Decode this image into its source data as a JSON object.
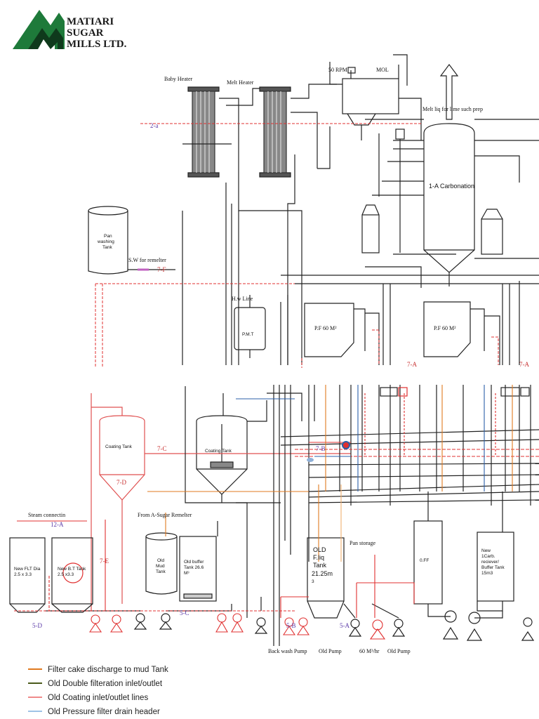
{
  "logo": {
    "line1": "MATIARI",
    "line2": "SUGAR",
    "line3": "MILLS LTD."
  },
  "labels": {
    "baby_heater": "Baby Heater",
    "melt_heater": "Melt Heater",
    "rpm": "50 RPM",
    "mol": "MOL",
    "melt_liq": "Melt liq for lime such prep",
    "carbonation": "1-A Carbonation",
    "pan_washing_tank": [
      "Pan",
      "washing",
      "Tank"
    ],
    "sw_remelter": "S.W for remelter",
    "hw_line": "H.w Line",
    "pmt": "P.M.T",
    "pf1": "P.F 60 M²",
    "pf2": "P.F 60 M²",
    "coating_tank_1": "Coating Tank",
    "coating_tank_2": "Coating Tank",
    "steam_connection": "Steam connectin",
    "from_a_sugar": "From A-Sugar Remelter",
    "pan_storage": "Pan storage",
    "new_flt": [
      "New FLT Dia",
      "2.5 x 3.3"
    ],
    "new_bt": [
      "New  B.T  Tank",
      "2.5 x3.3"
    ],
    "old_mud_tank": [
      "Old",
      "Mud",
      "Tank"
    ],
    "old_buffer": [
      "Old buffer",
      "Tank 26.6",
      "M³"
    ],
    "old_fliq": [
      "OLD",
      "F.liq",
      "Tank",
      "21.25m",
      "3"
    ],
    "fff": "0.FF",
    "new_carb": [
      "New",
      "1Carb.",
      "reciever/",
      "Buffer Tank",
      "15m3"
    ],
    "back_wash_pump": "Back wash  Pump",
    "old_pump_1": "Old Pump",
    "pump_60": "60 M³/hr",
    "old_pump_2": "Old Pump"
  },
  "refs": {
    "r2a": "2-a",
    "r7f": "7-F",
    "r7a1": "7-A",
    "r7a2": "7-A",
    "r7c": "7-C",
    "r7b": "7-B",
    "r7d": "7-D",
    "r12a": "12-A",
    "r7e": "7-E",
    "r5c": "5-C",
    "r5d": "5-D",
    "r5b": "5-B",
    "r5a": "5-A"
  },
  "legend": [
    {
      "label": "Filter cake discharge to mud Tank",
      "color": "#e07a1f"
    },
    {
      "label": "Old Double filteration inlet/outlet",
      "color": "#4a5a1a"
    },
    {
      "label": "Old Coating inlet/outlet lines",
      "color": "#ef8a8a"
    },
    {
      "label": "Old Pressure filter drain header",
      "color": "#9fc3e6"
    }
  ],
  "colors": {
    "logo_green": "#1e7a3a",
    "logo_dark": "#1a2a1a",
    "line": "#222222",
    "red": "#e03030",
    "blue": "#2b5fa8",
    "orange": "#e07a1f"
  }
}
